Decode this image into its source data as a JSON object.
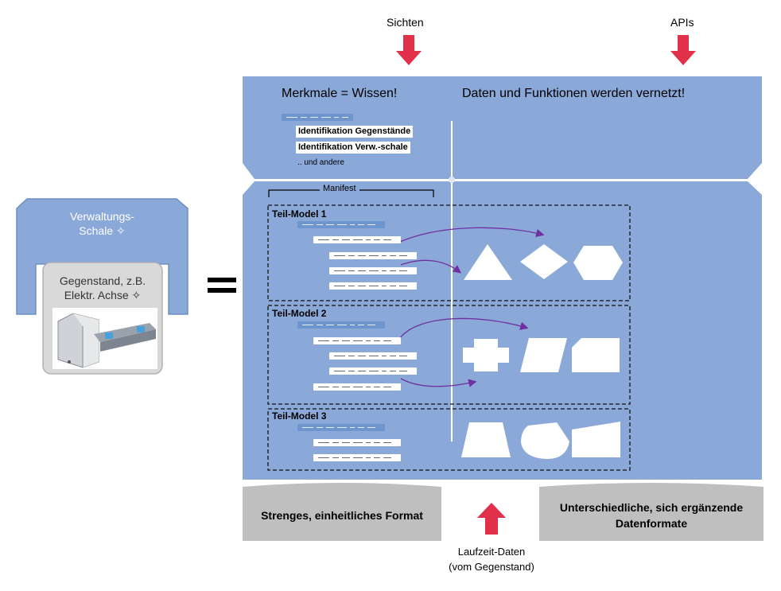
{
  "top_labels": {
    "views": "Sichten",
    "apis": "APIs"
  },
  "header": {
    "left_title": "Merkmale = Wissen!",
    "right_title": "Daten und Funktionen werden vernetzt!",
    "items": [
      "Identifikation Gegenstände",
      "Identifikation Verw.-schale"
    ],
    "and_others": ".. und andere"
  },
  "manifest_label": "Manifest",
  "submodels": [
    {
      "label": "Teil-Model  1"
    },
    {
      "label": "Teil-Model  2"
    },
    {
      "label": "Teil-Model  3"
    }
  ],
  "admin_shell": {
    "title_line1": "Verwaltungs-",
    "title_line2": "Schale ✧",
    "asset_line1": "Gegenstand, z.B.",
    "asset_line2": "Elektr. Achse ✧"
  },
  "equals": "=",
  "bottom": {
    "left": "Strenges, einheitliches Format",
    "right_line1": "Unterschiedliche, sich ergänzende",
    "right_line2": "Datenformate",
    "runtime_line1": "Laufzeit-Daten",
    "runtime_line2": "(vom Gegenstand)"
  },
  "colors": {
    "panel": "#8aa8d8",
    "panel_border": "#7b99cb",
    "arrow": "#e0304a",
    "connector": "#7030a0",
    "gray": "#bfbfbf"
  }
}
